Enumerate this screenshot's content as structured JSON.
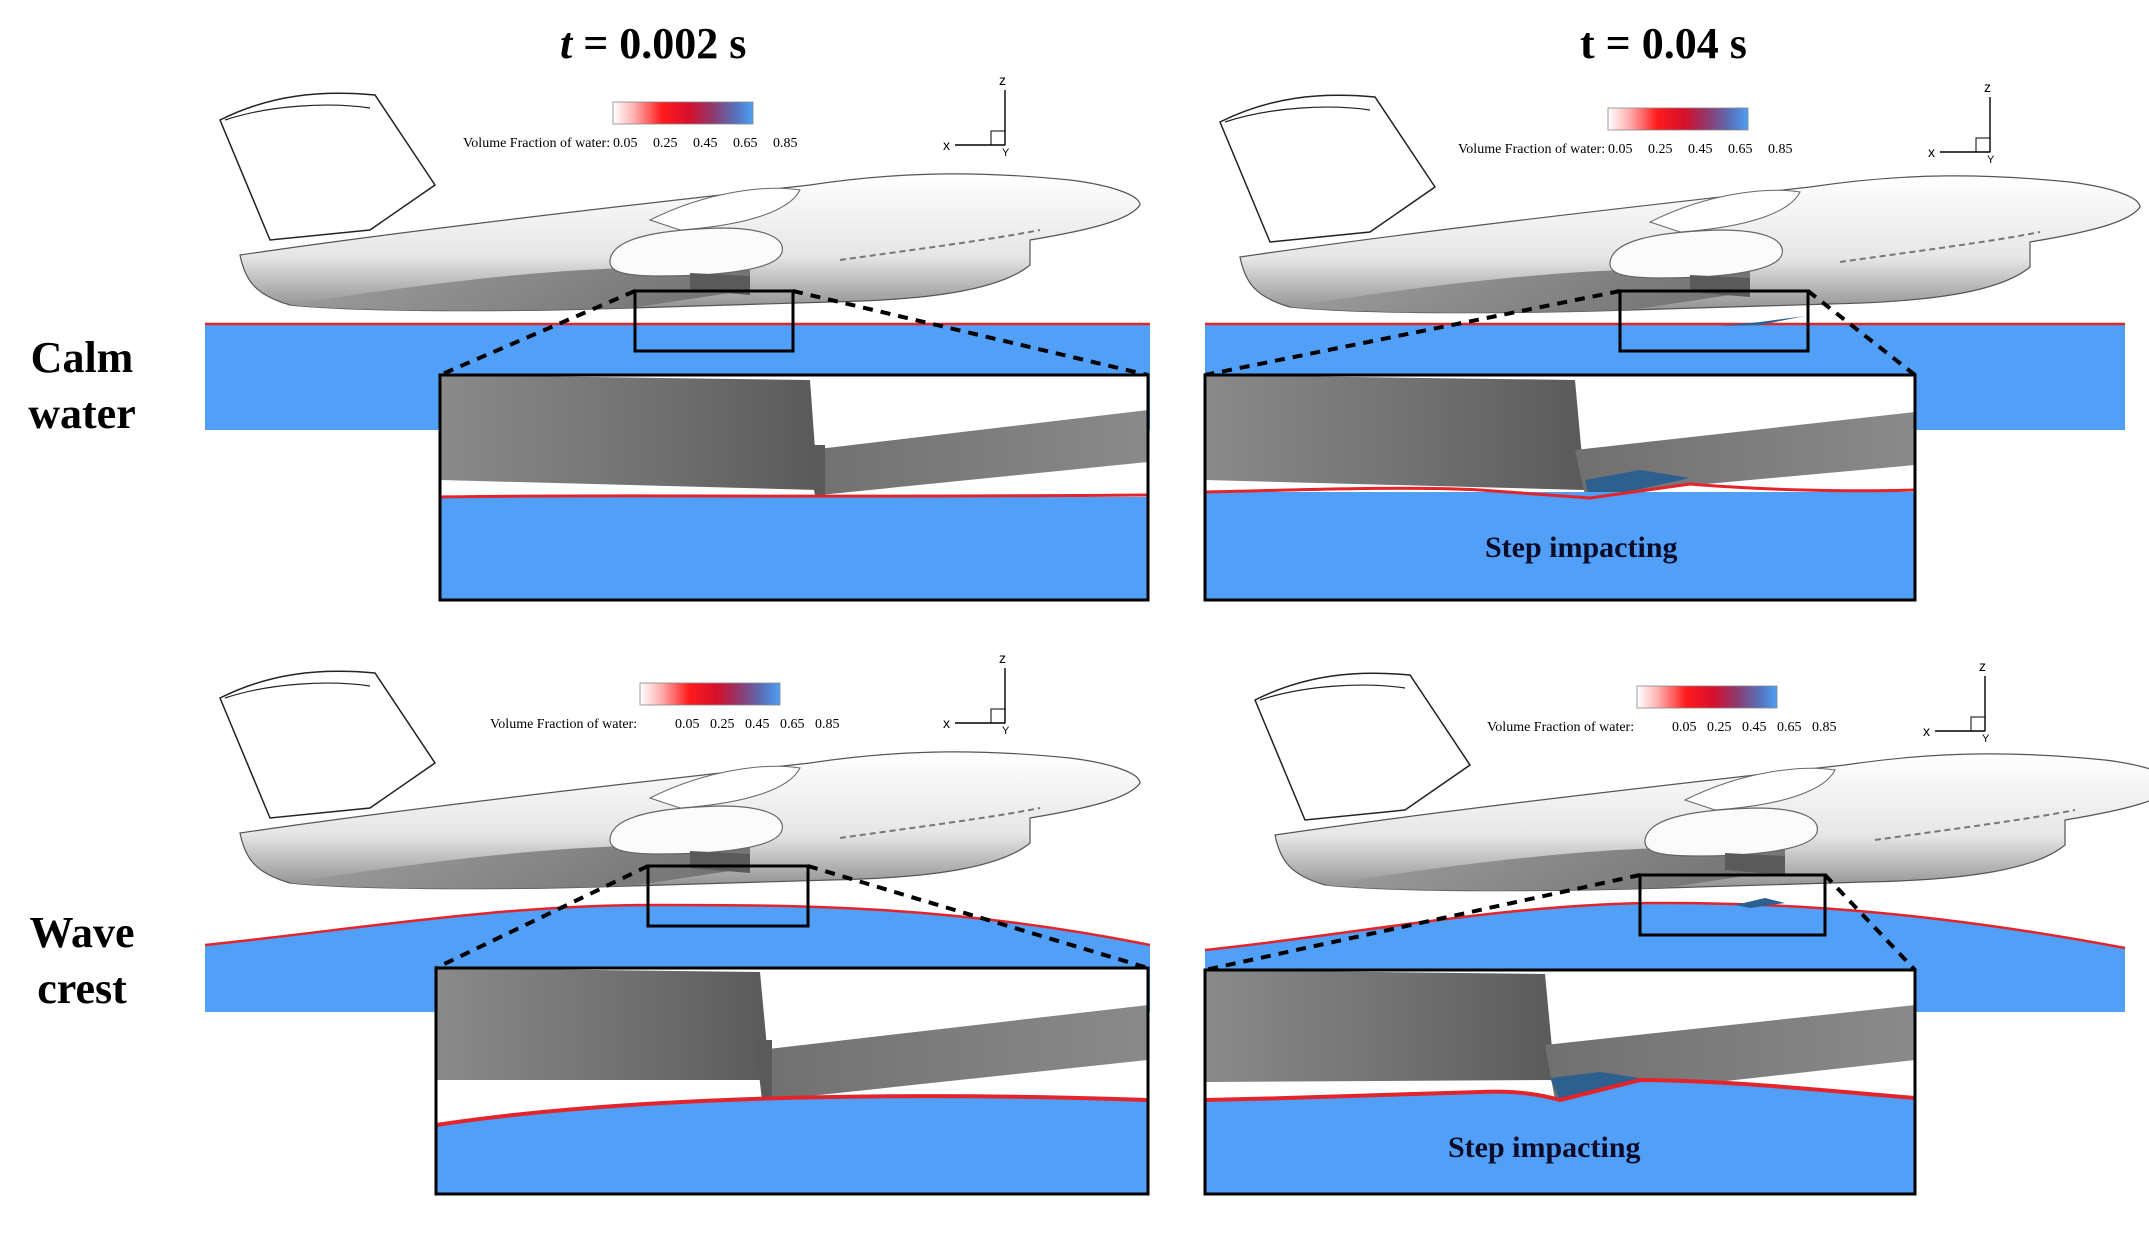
{
  "columns": [
    {
      "prefix": "t",
      "value": " = 0.002 s"
    },
    {
      "prefix": "t",
      "value": " = 0.04 s"
    }
  ],
  "rows": [
    {
      "line1": "Calm",
      "line2": "water"
    },
    {
      "line1": "Wave",
      "line2": "crest"
    }
  ],
  "legend": {
    "title": "Volume Fraction of water:",
    "ticks": [
      "0.05",
      "0.25",
      "0.45",
      "0.65",
      "0.85"
    ],
    "colors": [
      "#ffffff",
      "#ff9a9a",
      "#ff1a1a",
      "#d0102a",
      "#9a3a6a",
      "#5a6ab0",
      "#4f9ff5"
    ]
  },
  "axes": {
    "z": "z",
    "x": "x",
    "y": "Y"
  },
  "annotation": "Step impacting",
  "colors": {
    "water": "#519ff7",
    "interface": "#e3242b",
    "hull_dark": "#7a7a7a",
    "impact": "#2d5f8f"
  }
}
